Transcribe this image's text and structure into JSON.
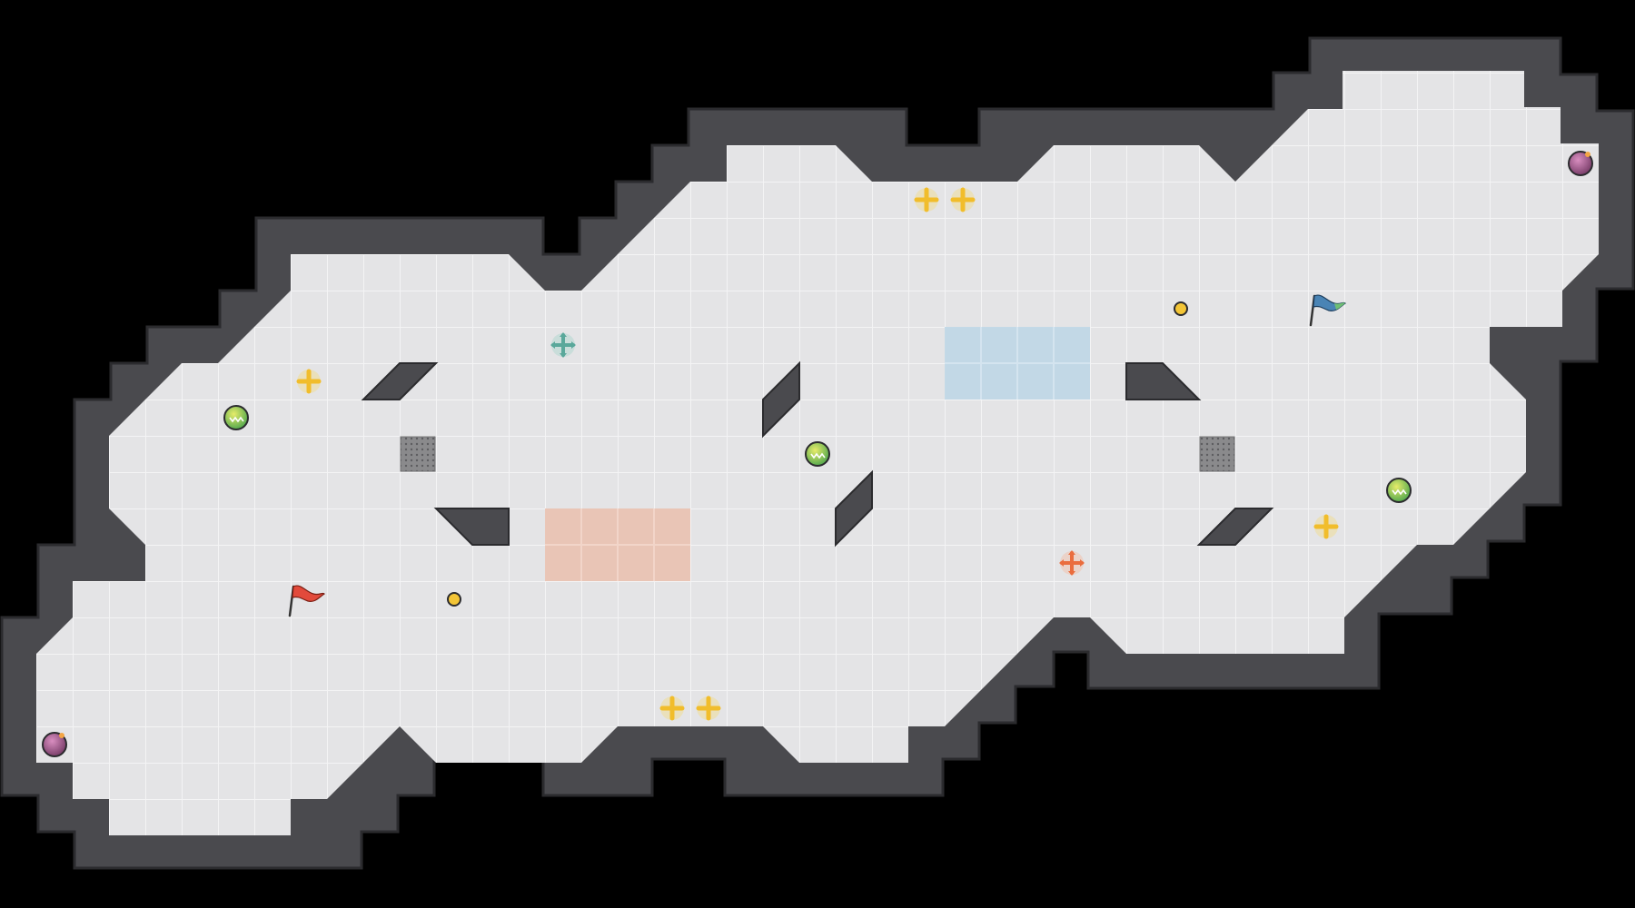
{
  "game": {
    "title": "",
    "map_type": "capture-the-flag arena",
    "colors": {
      "background": "#000000",
      "wall": "#4a4a4e",
      "wall_edge": "#2b2b2e",
      "floor": "#e4e4e6",
      "grid": "#f3f3f4",
      "red_zone": "#e9c1b0",
      "blue_zone": "#bed6e6"
    },
    "objects": [
      {
        "kind": "flag",
        "team": "red",
        "icon": "red-flag-icon"
      },
      {
        "kind": "flag",
        "team": "blue",
        "icon": "blue-flag-icon"
      },
      {
        "kind": "powerup",
        "color": "yellow",
        "icon": "yellow-boost-icon"
      },
      {
        "kind": "powerup",
        "color": "yellow",
        "icon": "yellow-boost-icon"
      },
      {
        "kind": "powerup",
        "color": "yellow",
        "icon": "yellow-boost-icon"
      },
      {
        "kind": "powerup",
        "color": "yellow",
        "icon": "yellow-boost-icon"
      },
      {
        "kind": "powerup",
        "color": "yellow",
        "icon": "yellow-boost-icon"
      },
      {
        "kind": "powerup",
        "color": "yellow",
        "icon": "yellow-boost-icon"
      },
      {
        "kind": "team-boost",
        "team": "blue",
        "icon": "teal-boost-icon"
      },
      {
        "kind": "team-boost",
        "team": "red",
        "icon": "orange-boost-icon"
      },
      {
        "kind": "bomb",
        "icon": "purple-bomb-icon"
      },
      {
        "kind": "bomb",
        "icon": "purple-bomb-icon"
      },
      {
        "kind": "spike-ball",
        "icon": "green-spike-ball-icon"
      },
      {
        "kind": "spike-ball",
        "icon": "green-spike-ball-icon"
      },
      {
        "kind": "spike-ball",
        "icon": "green-spike-ball-icon"
      },
      {
        "kind": "button",
        "icon": "yellow-button-icon"
      },
      {
        "kind": "button",
        "icon": "yellow-button-icon"
      },
      {
        "kind": "gate",
        "icon": "gate-grate-icon"
      },
      {
        "kind": "gate",
        "icon": "gate-grate-icon"
      }
    ]
  }
}
